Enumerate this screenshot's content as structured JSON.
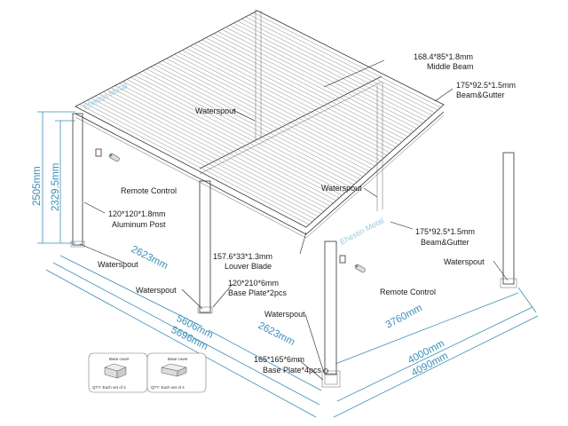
{
  "labels": {
    "middle_beam_size": "168.4*85*1.8mm",
    "middle_beam_name": "Middle Beam",
    "beam_gutter_top_size": "175*92.5*1.5mm",
    "beam_gutter_top_name": "Beam&Gutter",
    "waterspout_center": "Waterspout",
    "remote_control_left": "Remote Control",
    "waterspout_mid": "Waterspout",
    "post_size": "120*120*1.8mm",
    "post_name": "Aluminum Post",
    "beam_gutter_right_size": "175*92.5*1.5mm",
    "beam_gutter_right_name": "Beam&Gutter",
    "louver_size": "157.6*33*1.3mm",
    "louver_name": "Louver Blade",
    "waterspout_right": "Waterspout",
    "waterspout_left": "Waterspout",
    "baseplate_small_size": "120*210*6mm",
    "baseplate_small_name": "Base Plate*2pcs",
    "remote_control_right": "Remote Control",
    "waterspout_front": "Waterspout",
    "baseplate_large_size": "165*165*6mm",
    "baseplate_large_name": "Base Plate*4pcs"
  },
  "dimensions": {
    "height_total": "2505mm",
    "height_clear": "2329.5mm",
    "span_left": "2623mm",
    "span_right": "2623mm",
    "length_inner": "5606mm",
    "length_outer": "5696mm",
    "depth_clear": "3760mm",
    "depth_inner": "4000mm",
    "depth_outer": "4090mm"
  },
  "watermark": "Ehestin Metal",
  "inset_cards": [
    {
      "title": "Base cover",
      "qty": "QTY: Each set of 4"
    },
    {
      "title": "Base cover",
      "qty": "QTY: Each set of 4"
    }
  ],
  "colors": {
    "dimension": "#3a8fb7",
    "line": "#333333",
    "watermark": "#9cc8e0"
  }
}
